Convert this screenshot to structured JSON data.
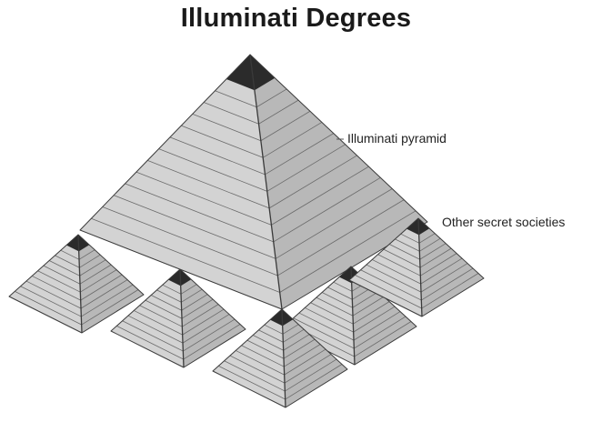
{
  "title": "Illuminati Degrees",
  "labels": {
    "main": "Illuminati pyramid",
    "others": "Other secret societies"
  },
  "colors": {
    "face_left": "#d3d3d3",
    "face_right": "#b8b8b8",
    "band_line": "#6a6a6a",
    "outline": "#3a3a3a",
    "capstone": "#2b2b2b"
  }
}
